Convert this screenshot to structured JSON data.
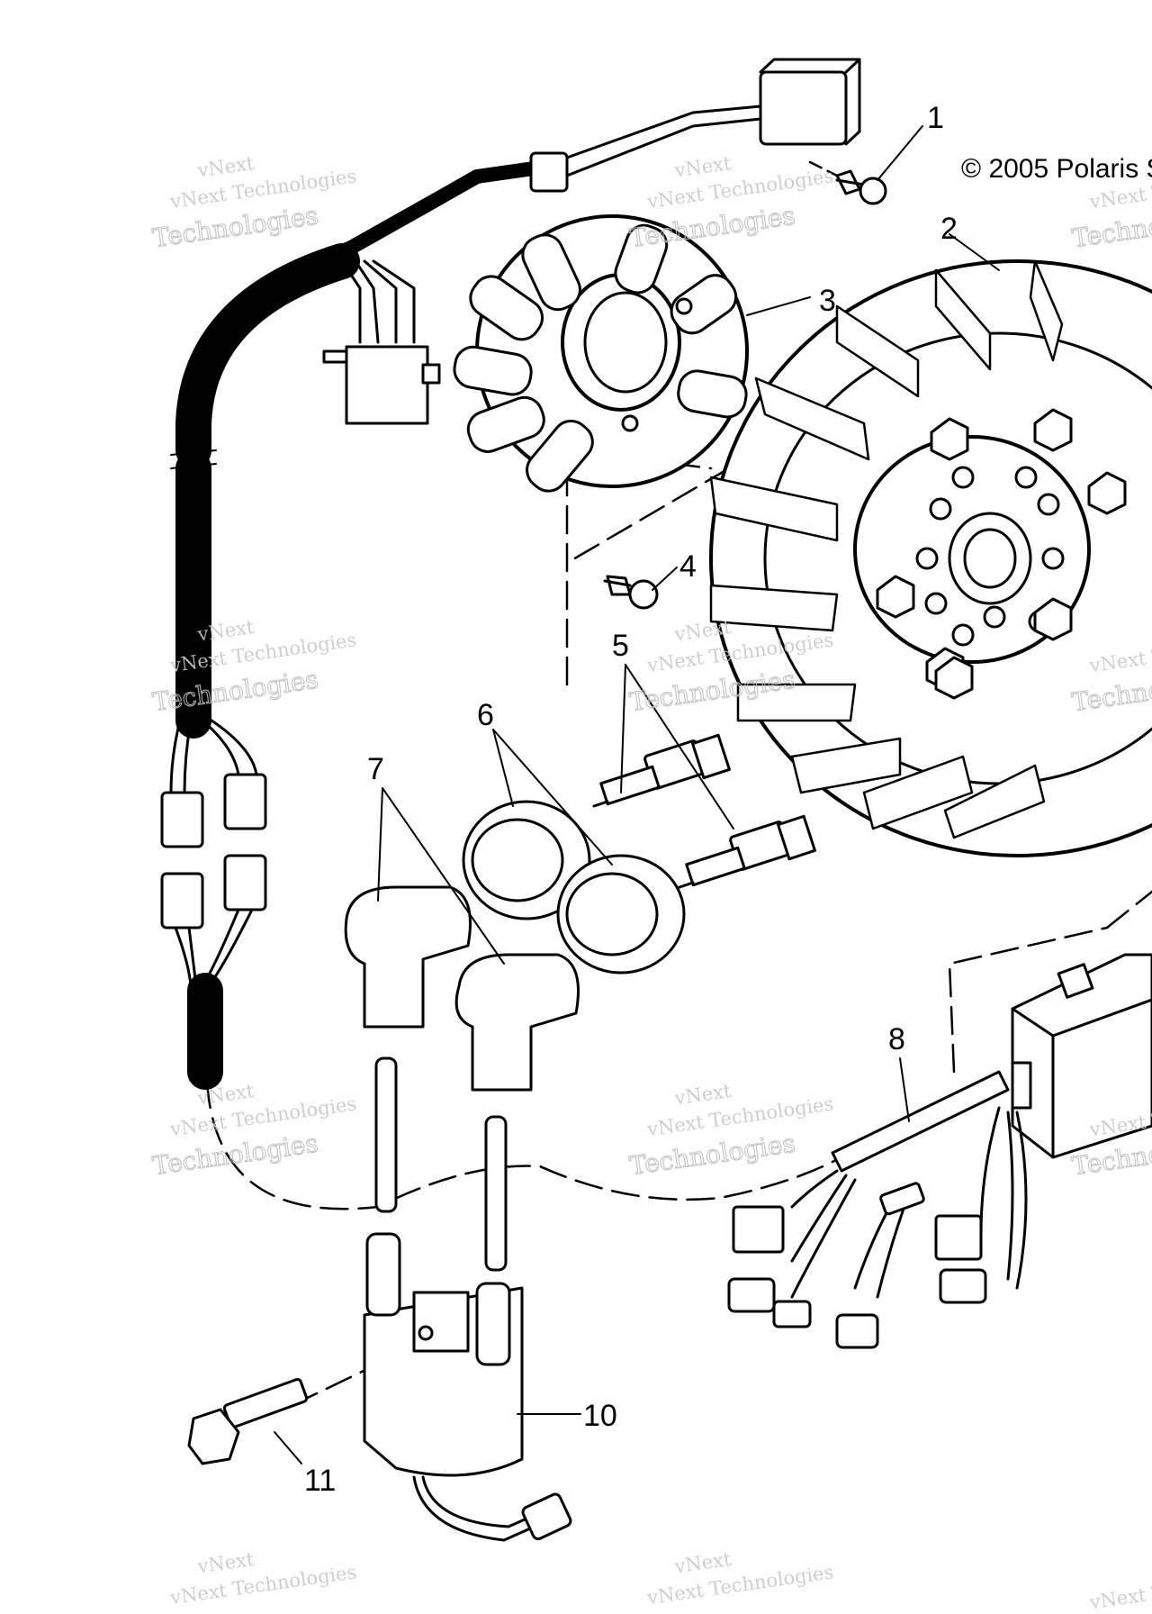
{
  "copyright": "© 2005 Polaris S",
  "callouts": [
    "1",
    "2",
    "3",
    "4",
    "5",
    "6",
    "7",
    "8",
    "10",
    "11"
  ],
  "watermark": {
    "line1": "vNext",
    "line2": "vNext Technologies",
    "line3": "Technologies"
  }
}
